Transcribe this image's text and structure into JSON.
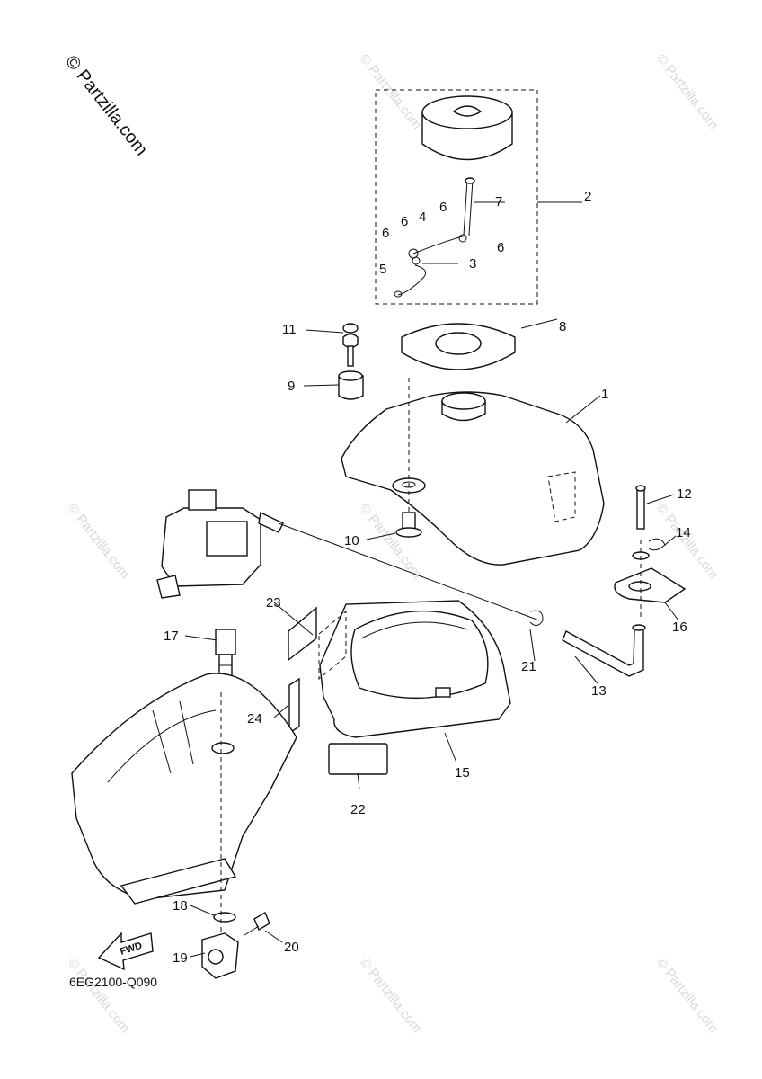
{
  "copyright": "© Partzilla.com",
  "diagram_code": "6EG2100-Q090",
  "fwd_label": "FWD",
  "callouts": [
    "1",
    "2",
    "3",
    "4",
    "5",
    "6",
    "6",
    "6",
    "6",
    "7",
    "8",
    "9",
    "10",
    "11",
    "12",
    "13",
    "14",
    "15",
    "16",
    "17",
    "18",
    "19",
    "20",
    "21",
    "22",
    "23",
    "24"
  ]
}
